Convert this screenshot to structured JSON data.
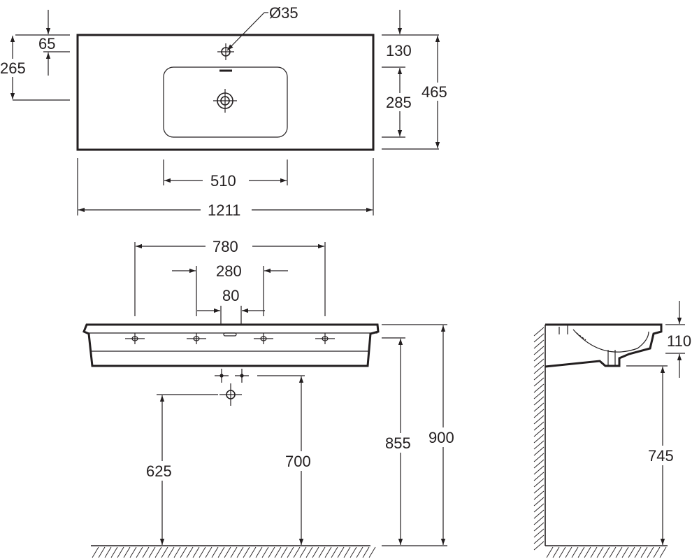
{
  "top_view": {
    "hole_diameter": "Ø35",
    "dim_65": "65",
    "dim_265": "265",
    "dim_130": "130",
    "dim_285": "285",
    "dim_465": "465",
    "dim_510": "510",
    "dim_1211": "1211"
  },
  "front_view": {
    "dim_780": "780",
    "dim_280": "280",
    "dim_80": "80",
    "dim_625": "625",
    "dim_700": "700",
    "dim_855": "855",
    "dim_900": "900"
  },
  "side_view": {
    "dim_110": "110",
    "dim_745": "745"
  }
}
